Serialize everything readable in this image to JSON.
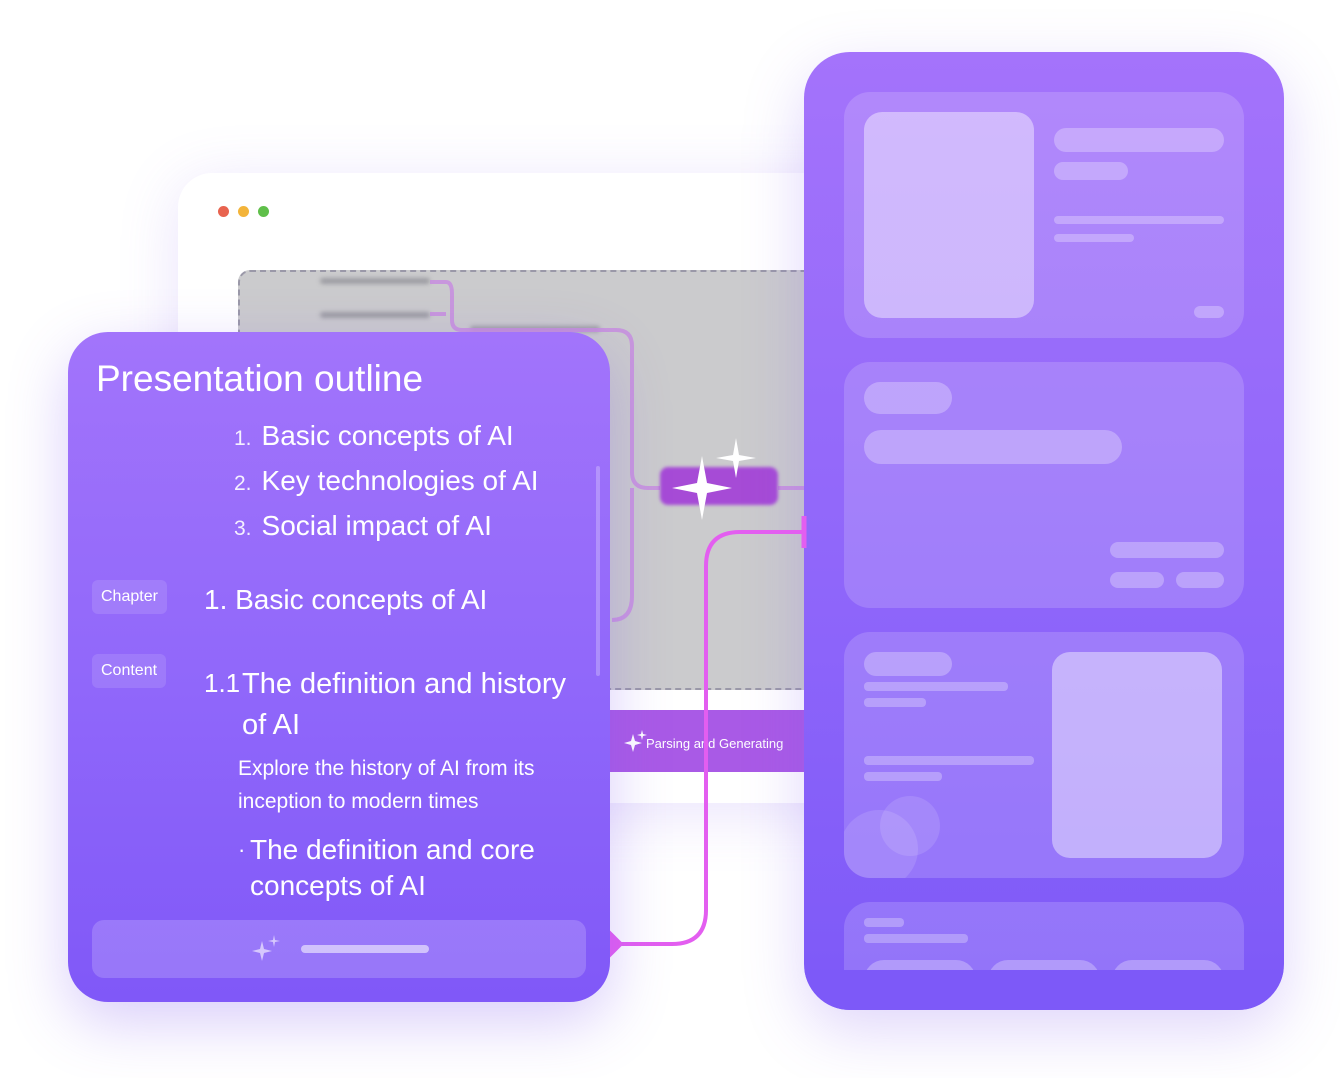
{
  "outline": {
    "title": "Presentation outline",
    "items": [
      {
        "num": "1.",
        "label": "Basic concepts of AI"
      },
      {
        "num": "2.",
        "label": "Key technologies of AI"
      },
      {
        "num": "3.",
        "label": "Social impact of AI"
      }
    ],
    "chapter_tag": "Chapter",
    "chapter_title": "1. Basic concepts of AI",
    "content_tag": "Content",
    "section_num": "1.1",
    "section_title": "The definition and history of AI",
    "section_desc": "Explore the history of AI from its inception to modern times",
    "bullet_mark": "·",
    "bullet_text": "The definition and core concepts of AI"
  },
  "browser": {
    "status_label": "Parsing and Generating",
    "window_dots": [
      "#e8634f",
      "#f3b43a",
      "#5fbf4a"
    ]
  },
  "colors": {
    "accent": "#9168fa",
    "connector": "#e35ef0",
    "mind_node": "#a64bd6"
  },
  "icons": [
    "sparkle-icon",
    "close-dot-icon",
    "minimize-dot-icon",
    "maximize-dot-icon"
  ]
}
